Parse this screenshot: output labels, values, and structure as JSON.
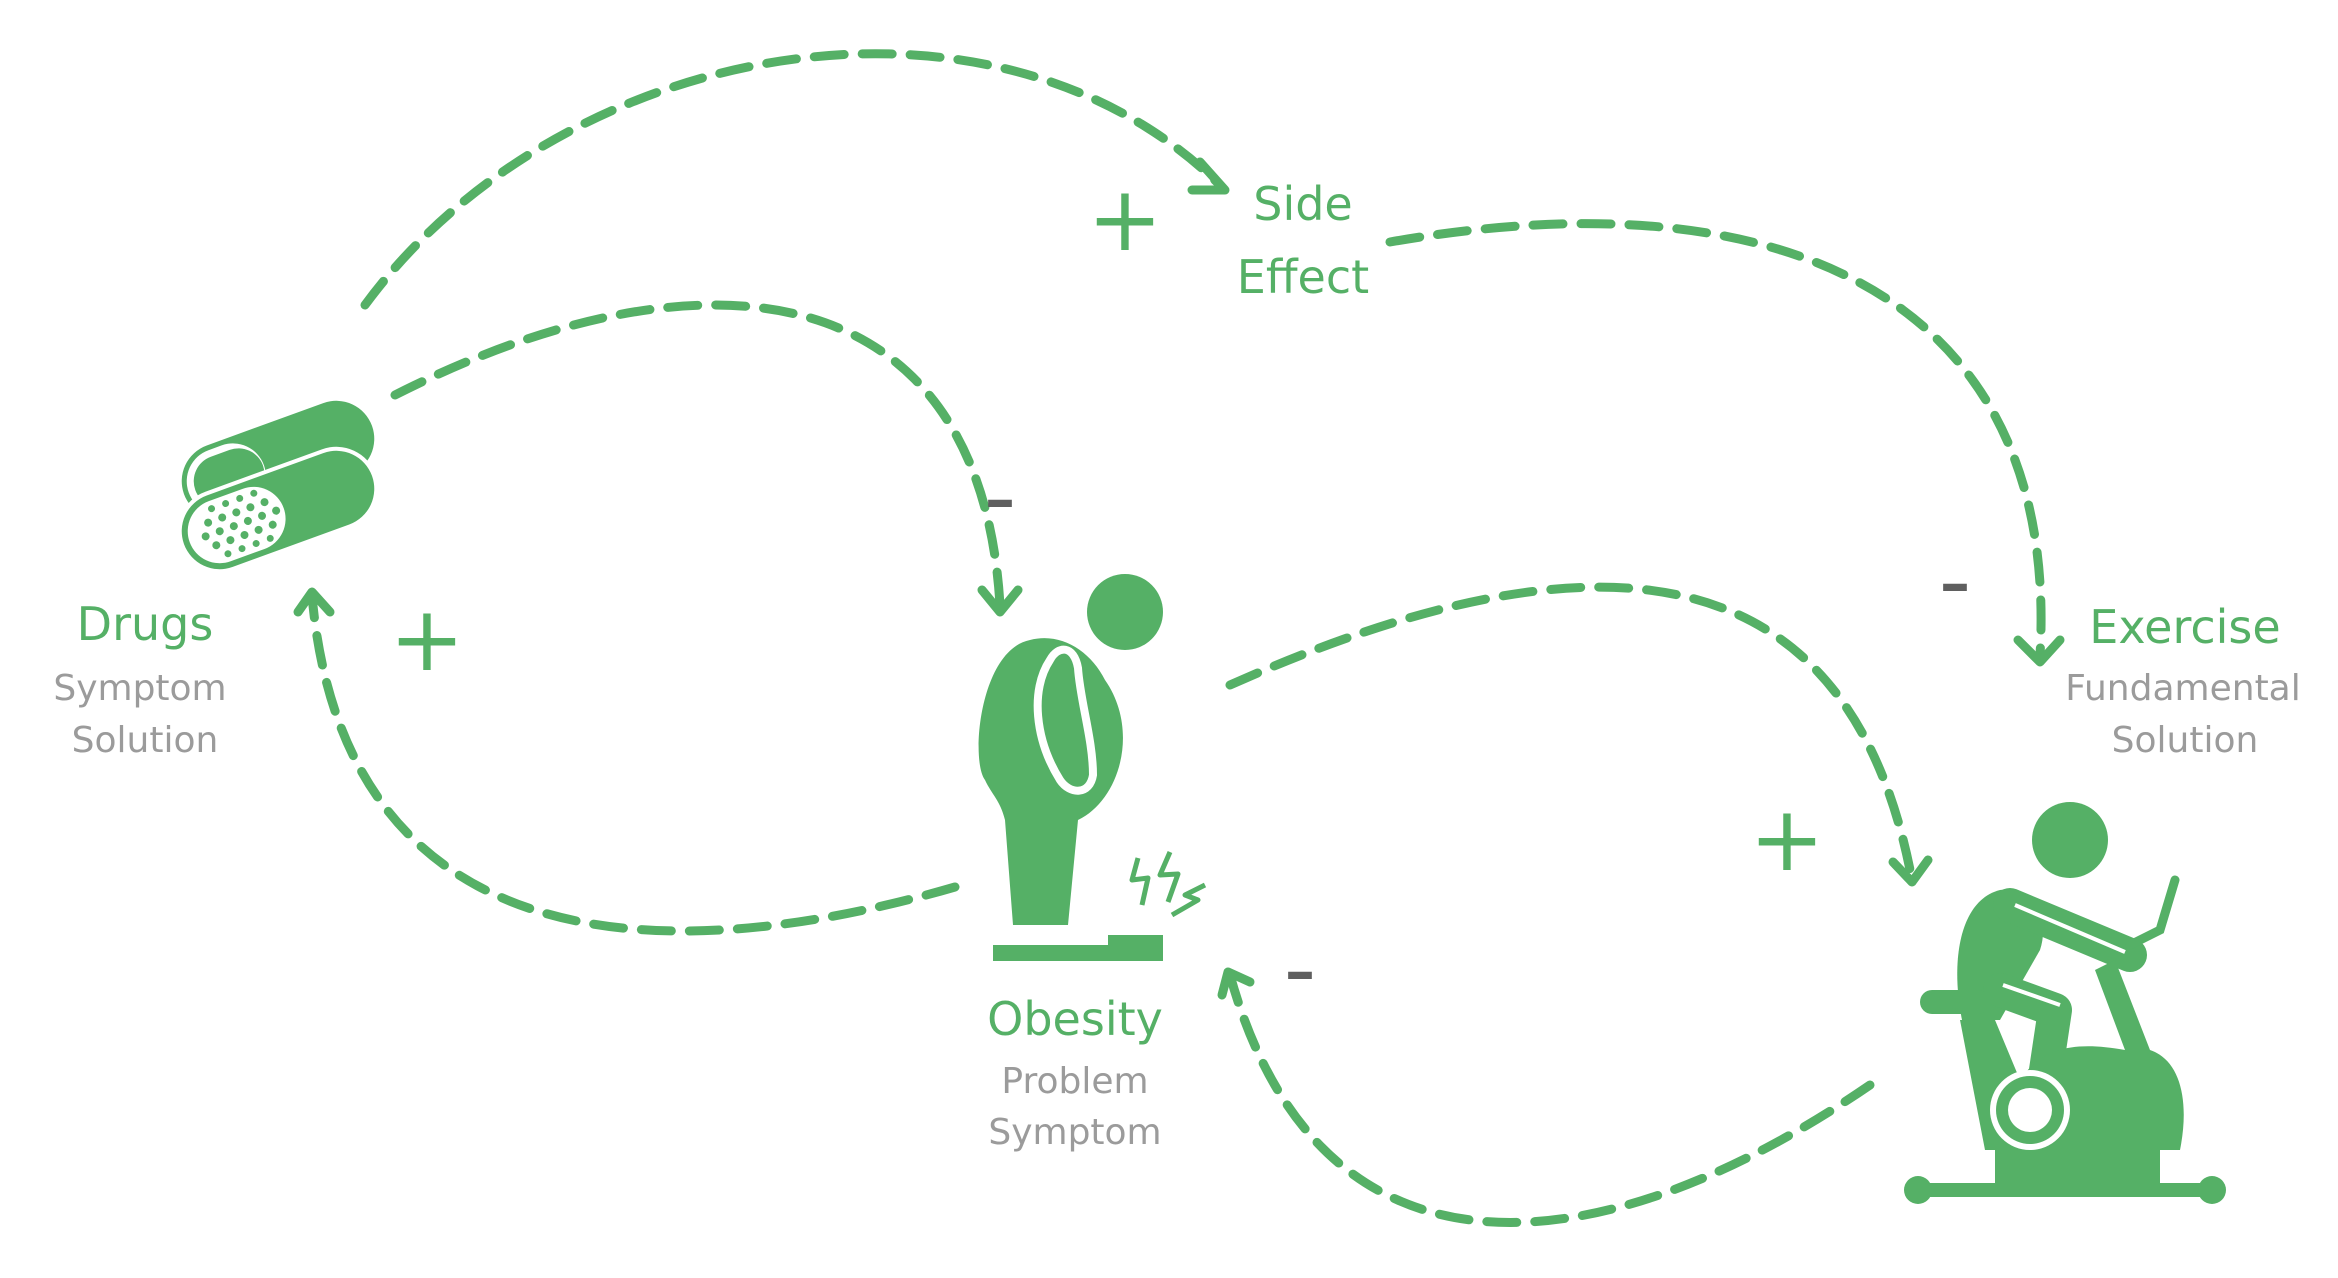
{
  "nodes": {
    "drugs": {
      "title": "Drugs",
      "sub1": "Symptom",
      "sub2": "Solution",
      "icon": "pills-icon"
    },
    "side_effect": {
      "title1": "Side",
      "title2": "Effect"
    },
    "obesity": {
      "title": "Obesity",
      "sub1": "Problem",
      "sub2": "Symptom",
      "icon": "obese-person-on-scale-icon"
    },
    "exercise": {
      "title": "Exercise",
      "sub1": "Fundamental",
      "sub2": "Solution",
      "icon": "exercise-bike-icon"
    }
  },
  "links": [
    {
      "from": "Drugs",
      "to": "Side Effect",
      "sign": "+"
    },
    {
      "from": "Side Effect",
      "to": "Exercise",
      "sign": "-"
    },
    {
      "from": "Drugs",
      "to": "Obesity",
      "sign": "-"
    },
    {
      "from": "Obesity",
      "to": "Drugs",
      "sign": "+"
    },
    {
      "from": "Obesity",
      "to": "Exercise",
      "sign": "+"
    },
    {
      "from": "Exercise",
      "to": "Obesity",
      "sign": "-"
    }
  ],
  "colors": {
    "accent": "#55b066",
    "subtitle": "#9b9b9b",
    "minus_dark": "#5f5f5f"
  }
}
